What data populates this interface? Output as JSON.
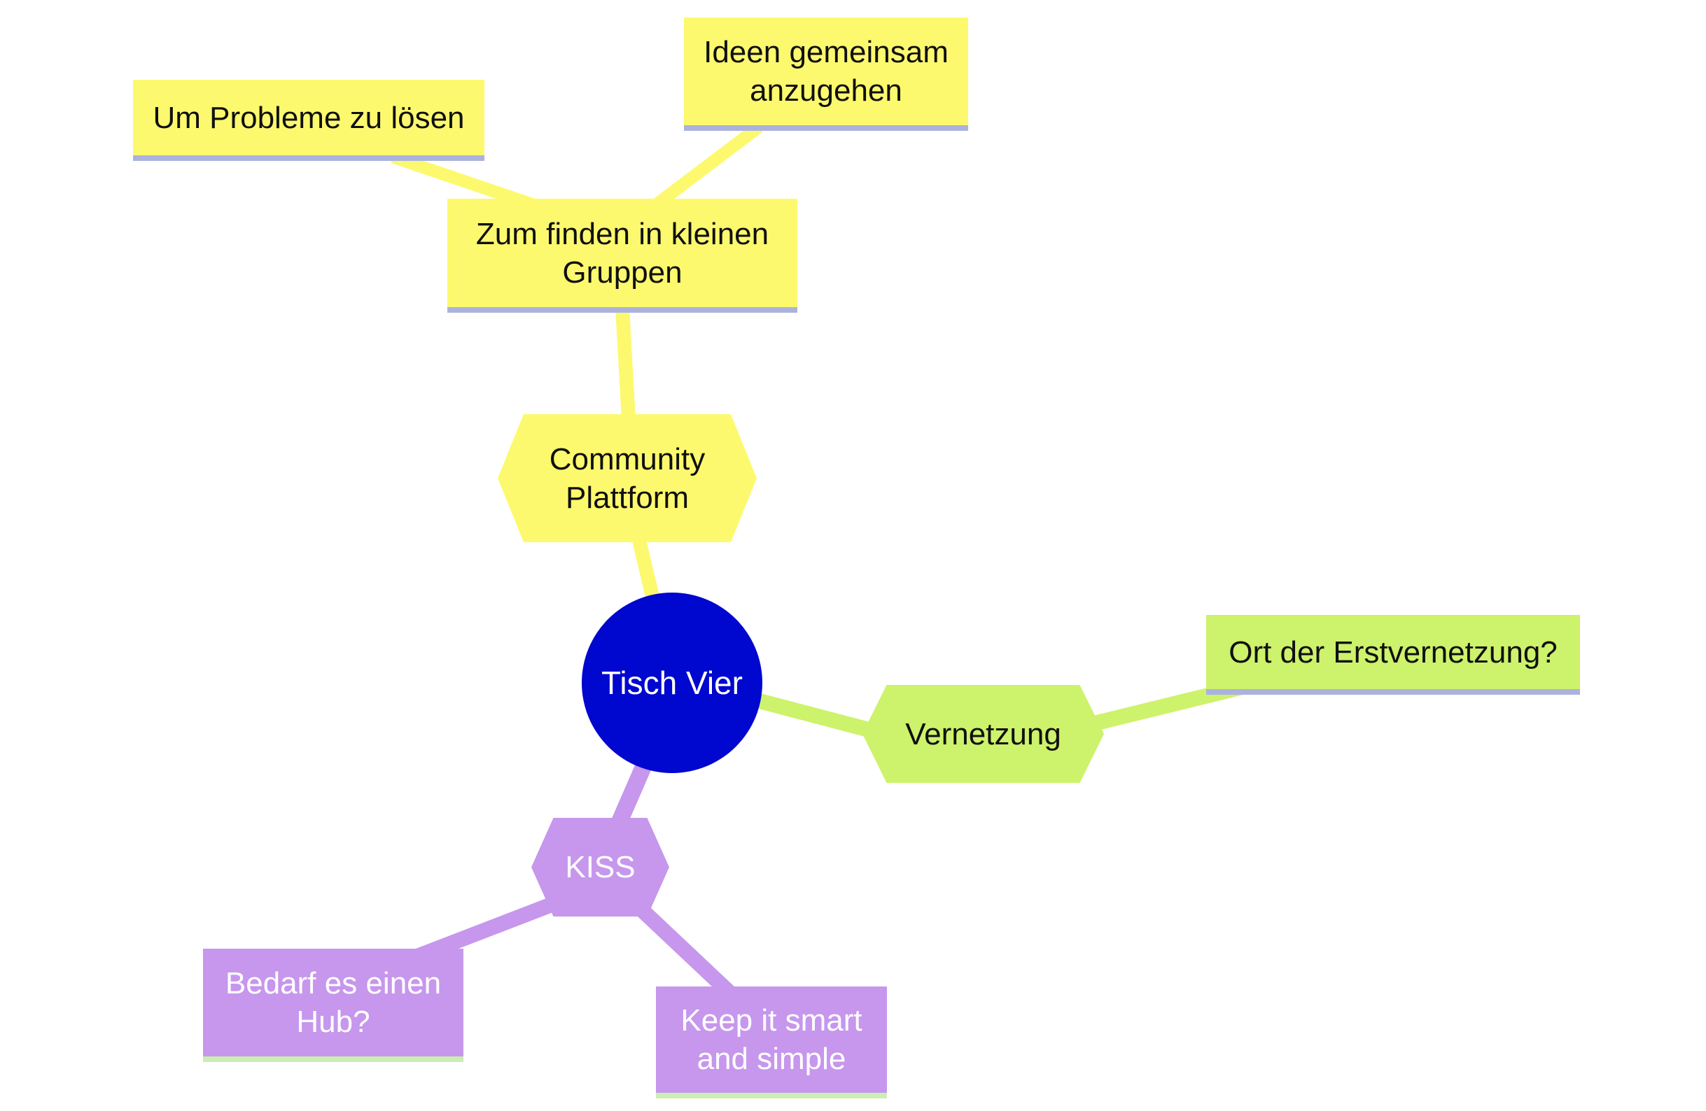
{
  "diagram": {
    "type": "mindmap",
    "root": {
      "label": "Tisch Vier"
    },
    "nodes": {
      "community": {
        "label": "Community Plattform",
        "branch": "yellow"
      },
      "zum_finden": {
        "label": "Zum finden in kleinen Gruppen",
        "branch": "yellow"
      },
      "um_probleme": {
        "label": "Um Probleme zu lösen",
        "branch": "yellow"
      },
      "ideen": {
        "label": "Ideen gemeinsam anzugehen",
        "branch": "yellow"
      },
      "vernetzung": {
        "label": "Vernetzung",
        "branch": "green"
      },
      "ort": {
        "label": "Ort der Erstvernetzung?",
        "branch": "green"
      },
      "kiss": {
        "label": "KISS",
        "branch": "purple"
      },
      "bedarf": {
        "label": "Bedarf es einen Hub?",
        "branch": "purple"
      },
      "keep": {
        "label": "Keep it smart and simple",
        "branch": "purple"
      }
    },
    "edges": [
      {
        "from": "Tisch Vier",
        "to": "Community Plattform"
      },
      {
        "from": "Community Plattform",
        "to": "Zum finden in kleinen Gruppen"
      },
      {
        "from": "Zum finden in kleinen Gruppen",
        "to": "Um Probleme zu lösen"
      },
      {
        "from": "Zum finden in kleinen Gruppen",
        "to": "Ideen gemeinsam anzugehen"
      },
      {
        "from": "Tisch Vier",
        "to": "Vernetzung"
      },
      {
        "from": "Vernetzung",
        "to": "Ort der Erstvernetzung?"
      },
      {
        "from": "Tisch Vier",
        "to": "KISS"
      },
      {
        "from": "KISS",
        "to": "Bedarf es einen Hub?"
      },
      {
        "from": "KISS",
        "to": "Keep it smart and simple"
      }
    ],
    "colors": {
      "branch_yellow": "#FDF96E",
      "branch_green": "#CDF26B",
      "branch_purple": "#C697EC",
      "root_blue": "#0007CE",
      "underline_lavender": "#ABB2DF",
      "underline_pale_green": "#CBEFB2",
      "background": "#FFFFFF"
    }
  }
}
